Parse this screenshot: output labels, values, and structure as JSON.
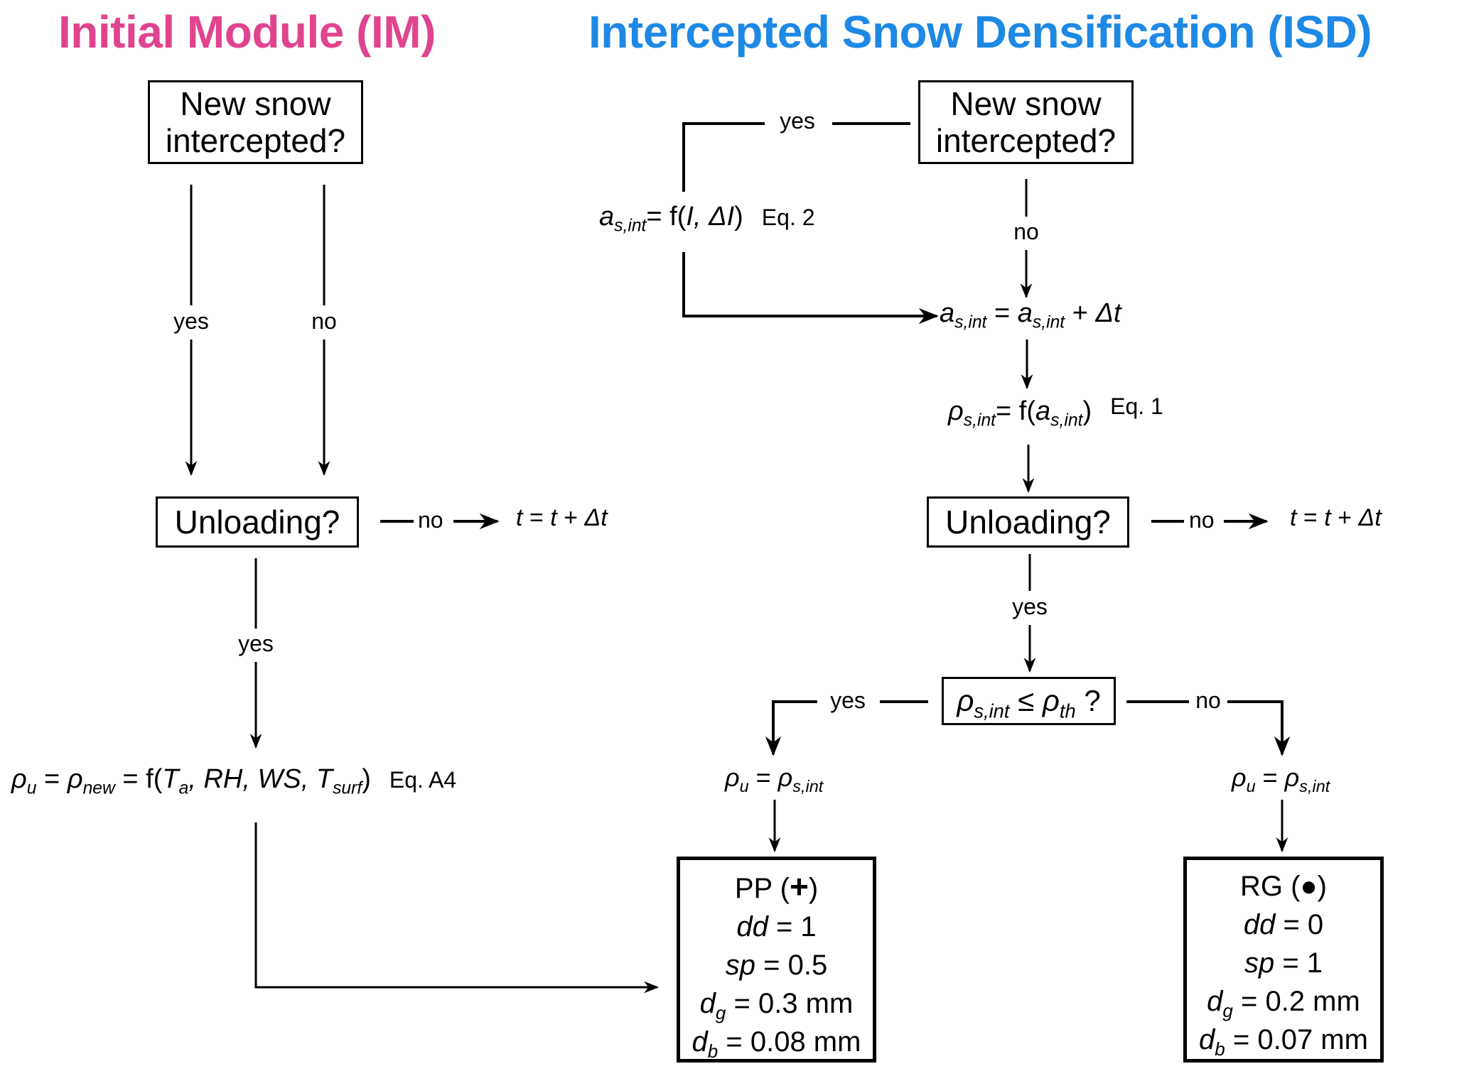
{
  "titles": {
    "im": "Initial Module (IM)",
    "isd": "Intercepted Snow Densification (ISD)"
  },
  "colors": {
    "im_title": "#E0448F",
    "isd_title": "#1E88E5",
    "lines": "#000000"
  },
  "im": {
    "new_snow_box": {
      "line1": "New snow",
      "line2": "intercepted?"
    },
    "yes_label": "yes",
    "no_label": "no",
    "unloading_box": "Unloading?",
    "unloading_no_label": "no",
    "time_step": {
      "t": "t",
      "eq": " = ",
      "t2": "t",
      "plus": " + ",
      "dt": "Δt"
    },
    "unloading_yes_label": "yes",
    "density_eq": {
      "rho_u": "ρ",
      "rho_u_sub": "u",
      "eq1": " = ",
      "rho_new": "ρ",
      "rho_new_sub": "new",
      "eq2": " = f(",
      "ta": "T",
      "ta_sub": "a",
      "sep1": ", ",
      "rh": "RH",
      "sep2": ", ",
      "ws": "WS",
      "sep3": ", ",
      "tsurf": "T",
      "tsurf_sub": "surf",
      "close": ")",
      "eq_number": "Eq. A4"
    }
  },
  "isd": {
    "new_snow_box": {
      "line1": "New snow",
      "line2": "intercepted?"
    },
    "yes_label": "yes",
    "no_label": "no",
    "age_init_eq": {
      "a": "a",
      "a_sub": "s,int",
      "mid": "= f(",
      "i": "I",
      "sep": ", ",
      "di": "ΔI",
      "close": ")",
      "eq_number": "Eq. 2"
    },
    "age_update_eq": {
      "a": "a",
      "a_sub": "s,int",
      "eq": " = ",
      "a2": "a",
      "a2_sub": "s,int",
      "plus": " + ",
      "dt": "Δt"
    },
    "density_eq": {
      "rho": "ρ",
      "rho_sub": "s,int",
      "mid": "= f(",
      "a": "a",
      "a_sub": "s,int",
      "close": ")",
      "eq_number": "Eq. 1"
    },
    "unloading_box": "Unloading?",
    "unloading_no_label": "no",
    "time_step": {
      "t": "t",
      "eq": " = ",
      "t2": "t",
      "plus": " + ",
      "dt": "Δt"
    },
    "unloading_yes_label": "yes",
    "threshold_box": {
      "rho": "ρ",
      "rho_sub": "s,int",
      "le": " ≤ ",
      "rho_th": "ρ",
      "rho_th_sub": "th",
      "q": " ?"
    },
    "threshold_yes_label": "yes",
    "threshold_no_label": "no",
    "unload_density_left": {
      "rho_u": "ρ",
      "rho_u_sub": "u",
      "eq": " = ",
      "rho": "ρ",
      "rho_sub": "s,int"
    },
    "unload_density_right": {
      "rho_u": "ρ",
      "rho_u_sub": "u",
      "eq": " = ",
      "rho": "ρ",
      "rho_sub": "s,int"
    }
  },
  "outcomes": {
    "pp": {
      "title": "PP (",
      "symbol": "+",
      "title_close": ")",
      "rows": [
        {
          "var": "dd",
          "sub": "",
          "value": " = 1"
        },
        {
          "var": "sp",
          "sub": "",
          "value": " = 0.5"
        },
        {
          "var": "d",
          "sub": "g",
          "value": " = 0.3 mm"
        },
        {
          "var": "d",
          "sub": "b",
          "value": " = 0.08 mm"
        }
      ]
    },
    "rg": {
      "title": "RG (",
      "symbol": "●",
      "title_close": ")",
      "rows": [
        {
          "var": "dd",
          "sub": "",
          "value": " = 0"
        },
        {
          "var": "sp",
          "sub": "",
          "value": " = 1"
        },
        {
          "var": "d",
          "sub": "g",
          "value": " = 0.2 mm"
        },
        {
          "var": "d",
          "sub": "b",
          "value": " = 0.07 mm"
        }
      ]
    }
  }
}
